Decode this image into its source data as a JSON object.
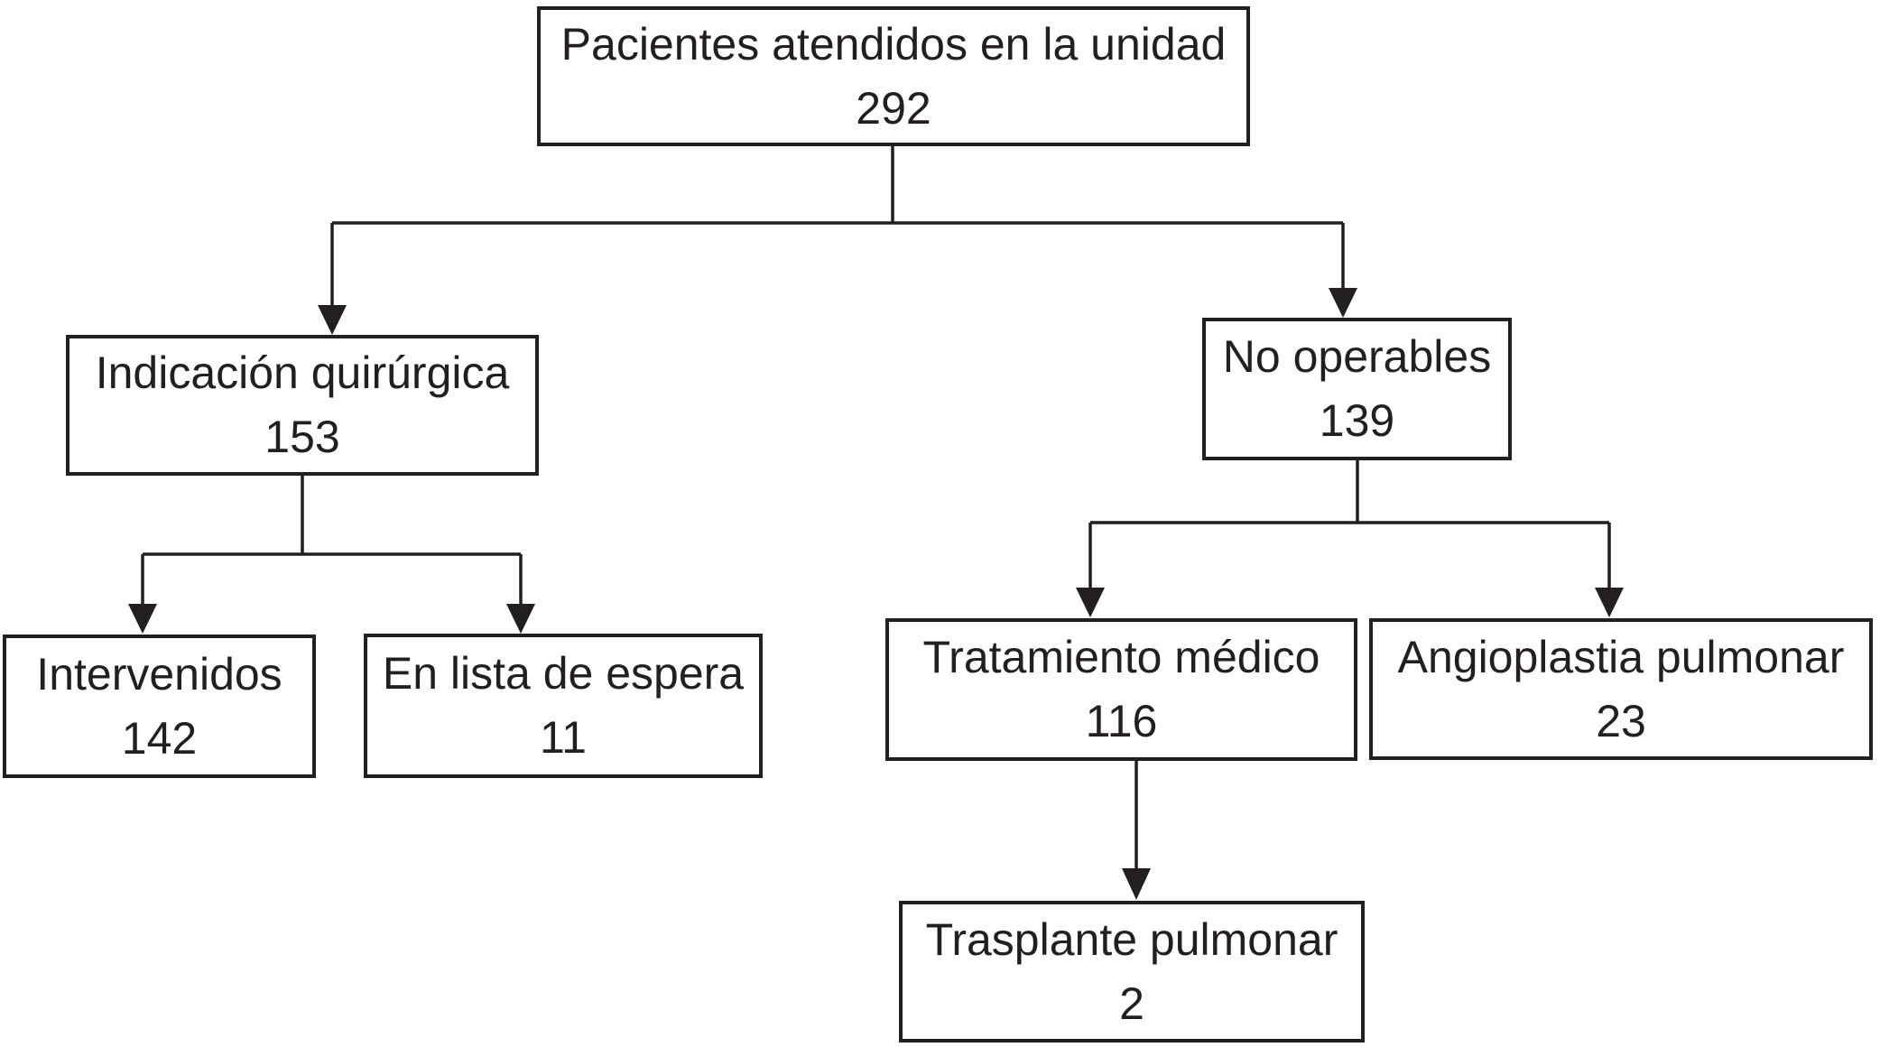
{
  "diagram": {
    "type": "flowchart",
    "title": "Pacientes atendidos en la unidad",
    "colors": {
      "background": "#ffffff",
      "box_fill": "#ffffff",
      "box_border": "#231f20",
      "line": "#231f20",
      "text": "#231f20"
    },
    "nodes": {
      "root": {
        "label": "Pacientes atendidos en la unidad",
        "value": "292"
      },
      "surgical": {
        "label": "Indicación quirúrgica",
        "value": "153"
      },
      "inoperable": {
        "label": "No operables",
        "value": "139"
      },
      "operated": {
        "label": "Intervenidos",
        "value": "142"
      },
      "waiting": {
        "label": "En lista de espera",
        "value": "11"
      },
      "medical": {
        "label": "Tratamiento médico",
        "value": "116"
      },
      "angioplasty": {
        "label": "Angioplastia pulmonar",
        "value": "23"
      },
      "transplant": {
        "label": "Trasplante pulmonar",
        "value": "2"
      }
    },
    "edges": [
      {
        "from": "root",
        "to": "surgical"
      },
      {
        "from": "root",
        "to": "inoperable"
      },
      {
        "from": "surgical",
        "to": "operated"
      },
      {
        "from": "surgical",
        "to": "waiting"
      },
      {
        "from": "inoperable",
        "to": "medical"
      },
      {
        "from": "inoperable",
        "to": "angioplasty"
      },
      {
        "from": "medical",
        "to": "transplant"
      }
    ]
  }
}
